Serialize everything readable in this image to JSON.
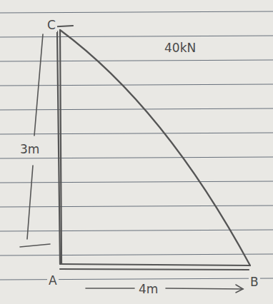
{
  "diagram": {
    "labels": [
      "C",
      "40kN",
      "3m",
      "A",
      "B",
      "4m"
    ]
  }
}
